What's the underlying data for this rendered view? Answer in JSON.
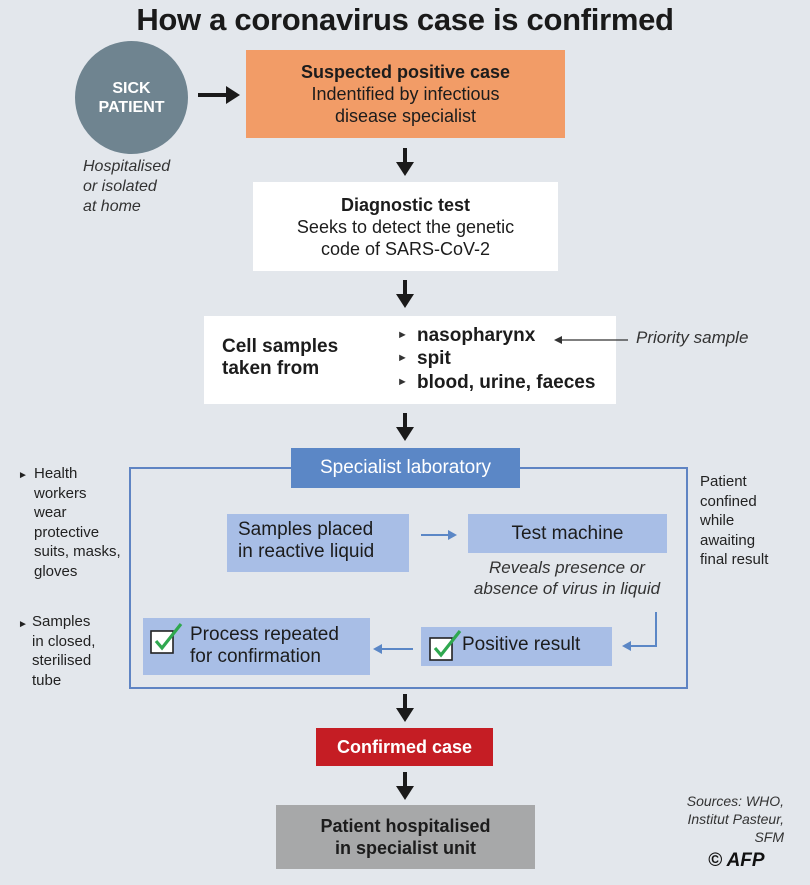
{
  "title": "How a coronavirus case is confirmed",
  "sick_patient": {
    "line1": "SICK",
    "line2": "PATIENT"
  },
  "patient_note": [
    "Hospitalised",
    "or isolated",
    "at home"
  ],
  "suspected": {
    "title": "Suspected positive case",
    "line1": "Indentified by infectious",
    "line2": "disease specialist"
  },
  "diagnostic": {
    "title": "Diagnostic test",
    "line1": "Seeks to detect the genetic",
    "line2": "code of SARS-CoV-2"
  },
  "samples": {
    "label_line1": "Cell samples",
    "label_line2": "taken from",
    "items": [
      "nasopharynx",
      "spit",
      "blood, urine, faeces"
    ],
    "priority_note": "Priority sample"
  },
  "left_notes": {
    "note1": [
      "Health",
      "workers",
      "wear",
      "protective",
      "suits, masks,",
      "gloves"
    ],
    "note2": [
      "Samples",
      "in closed,",
      "sterilised",
      "tube"
    ]
  },
  "right_note": [
    "Patient",
    "confined",
    "while",
    "awaiting",
    "final result"
  ],
  "lab": {
    "title": "Specialist laboratory",
    "samples_placed": [
      "Samples placed",
      "in reactive liquid"
    ],
    "test_machine": "Test machine",
    "reveals": [
      "Reveals presence or",
      "absence of virus in liquid"
    ],
    "positive": "Positive result",
    "process": [
      "Process repeated",
      "for confirmation"
    ]
  },
  "confirmed": "Confirmed case",
  "final": [
    "Patient hospitalised",
    "in specialist unit"
  ],
  "sources": [
    "Sources: WHO,",
    "Institut Pasteur,",
    "SFM"
  ],
  "credit": "© AFP",
  "colors": {
    "background": "#e3e7ec",
    "orange": "#f29c67",
    "lab_blue": "#5b87c6",
    "light_blue": "#a8bee6",
    "red": "#c51d24",
    "grey": "#a7a8a9",
    "circle": "#6f8490",
    "check_green": "#2fa84f"
  }
}
